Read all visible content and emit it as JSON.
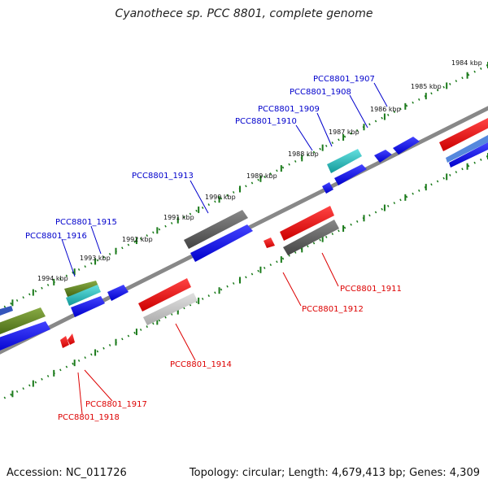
{
  "title": "Cyanothece sp. PCC 8801, complete genome",
  "footer": {
    "accession": "Accession: NC_011726",
    "summary": "Topology: circular; Length: 4,679,413 bp; Genes: 4,309"
  },
  "scale_kbp": [
    {
      "label": "1984 kbp"
    },
    {
      "label": "1985 kbp"
    },
    {
      "label": "1986 kbp"
    },
    {
      "label": "1987 kbp"
    },
    {
      "label": "1988 kbp"
    },
    {
      "label": "1989 kbp"
    },
    {
      "label": "1990 kbp"
    },
    {
      "label": "1991 kbp"
    },
    {
      "label": "1992 kbp"
    },
    {
      "label": "1993 kbp"
    },
    {
      "label": "1994 kbp"
    }
  ],
  "genes_top_labels": [
    {
      "name": "PCC8801_1907"
    },
    {
      "name": "PCC8801_1908"
    },
    {
      "name": "PCC8801_1909"
    },
    {
      "name": "PCC8801_1910"
    },
    {
      "name": "PCC8801_1913"
    },
    {
      "name": "PCC8801_1915"
    },
    {
      "name": "PCC8801_1916"
    }
  ],
  "genes_bottom_labels": [
    {
      "name": "PCC8801_1911"
    },
    {
      "name": "PCC8801_1912"
    },
    {
      "name": "PCC8801_1914"
    },
    {
      "name": "PCC8801_1917"
    },
    {
      "name": "PCC8801_1918"
    }
  ],
  "colors": {
    "forward_label": "#0000cc",
    "reverse_label": "#dd0000",
    "scale_tick": "#1a7a1a",
    "backbone": "#888888",
    "blue_gene": "#0000ee",
    "red_gene": "#ee0000",
    "gray_gene": "#555555",
    "light_gray_gene": "#bbbbbb",
    "cyan_gene": "#22bbbb",
    "olive_gene": "#557722"
  }
}
